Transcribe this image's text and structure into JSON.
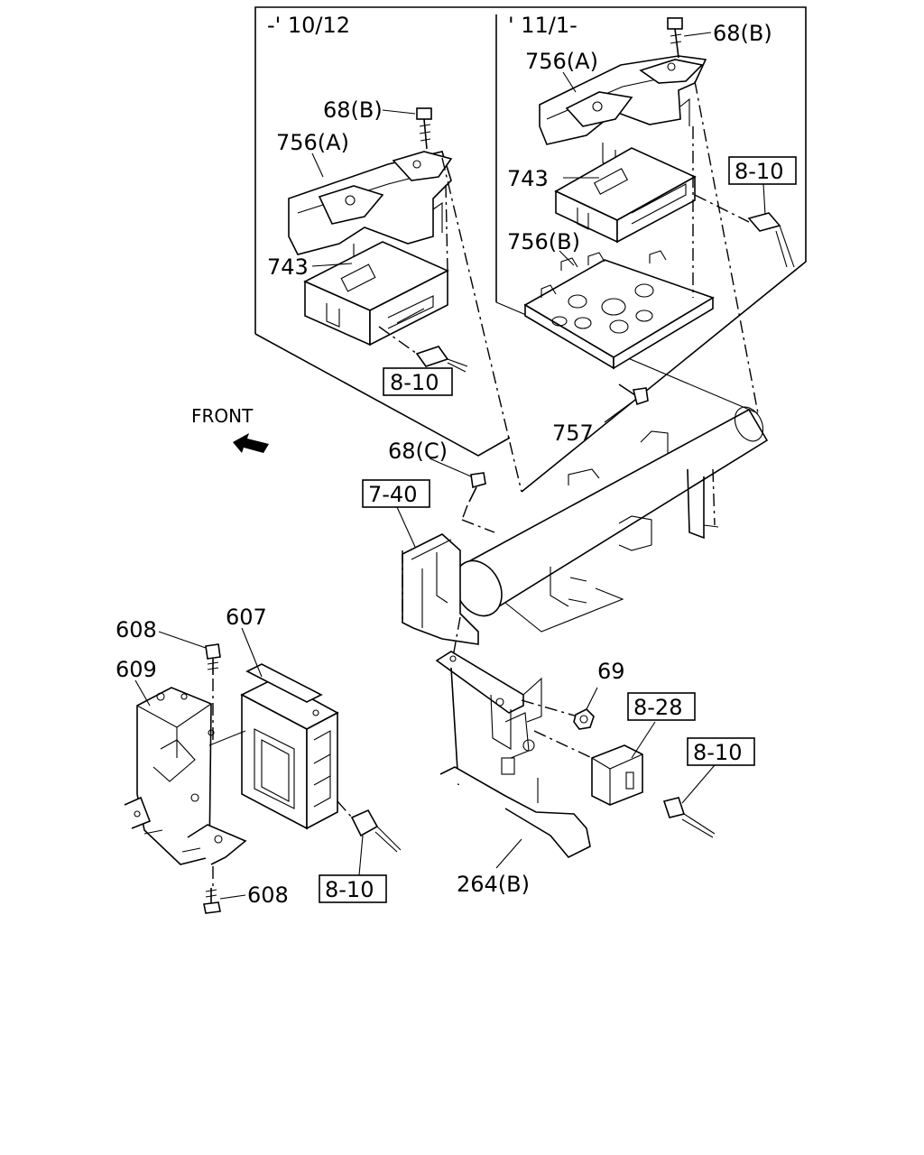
{
  "labels": {
    "inset_left_date": "-' 10/12",
    "inset_right_date": "' 11/1-",
    "inset_left_68b": "68(B)",
    "inset_left_756a": "756(A)",
    "inset_left_743": "743",
    "inset_left_ref810": "8-10",
    "inset_right_68b": "68(B)",
    "inset_right_756a": "756(A)",
    "inset_right_743": "743",
    "inset_right_756b": "756(B)",
    "inset_right_ref810": "8-10",
    "label_757": "757",
    "front": "FRONT",
    "label_68c": "68(C)",
    "ref_740": "7-40",
    "label_608_top": "608",
    "label_607": "607",
    "label_609": "609",
    "label_608_bottom": "608",
    "ref_810_bottom": "8-10",
    "label_69": "69",
    "ref_828": "8-28",
    "ref_810_right": "8-10",
    "label_264b": "264(B)"
  }
}
